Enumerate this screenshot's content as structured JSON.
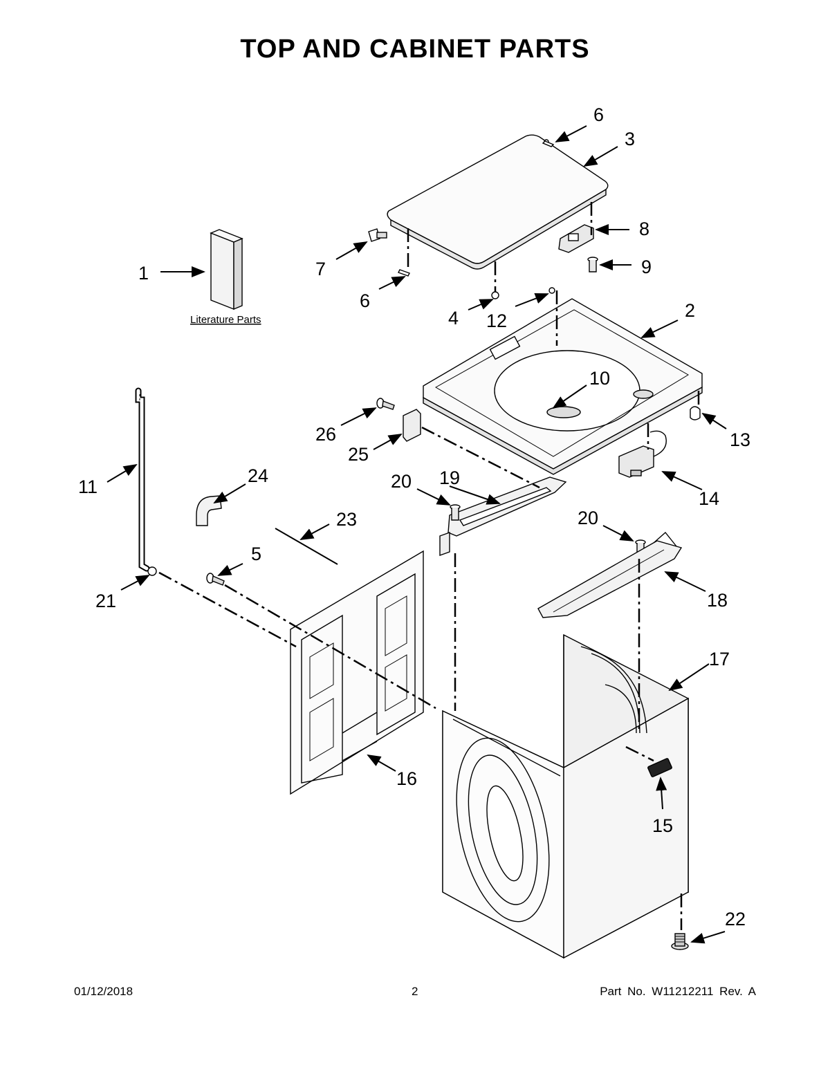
{
  "title": "TOP AND CABINET PARTS",
  "literature_label": "Literature Parts",
  "callouts": {
    "c1": "1",
    "c2": "2",
    "c3": "3",
    "c4": "4",
    "c5": "5",
    "c6a": "6",
    "c6b": "6",
    "c7": "7",
    "c8": "8",
    "c9": "9",
    "c10": "10",
    "c11": "11",
    "c12": "12",
    "c13": "13",
    "c14": "14",
    "c15": "15",
    "c16": "16",
    "c17": "17",
    "c18": "18",
    "c19": "19",
    "c20a": "20",
    "c20b": "20",
    "c21": "21",
    "c22": "22",
    "c23": "23",
    "c24": "24",
    "c25": "25",
    "c26": "26"
  },
  "footer": {
    "date": "01/12/2018",
    "page": "2",
    "part": "Part No.  W11212211  Rev.  A"
  }
}
